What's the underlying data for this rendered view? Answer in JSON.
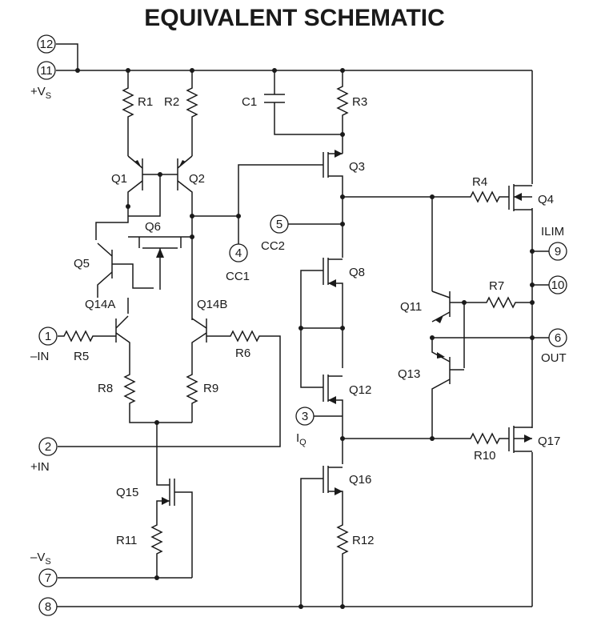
{
  "title": "EQUIVALENT SCHEMATIC",
  "pins": [
    {
      "id": "p12",
      "number": "12"
    },
    {
      "id": "p11",
      "number": "11"
    },
    {
      "id": "p1",
      "number": "1"
    },
    {
      "id": "p2",
      "number": "2"
    },
    {
      "id": "p7",
      "number": "7"
    },
    {
      "id": "p8",
      "number": "8"
    },
    {
      "id": "p4",
      "number": "4"
    },
    {
      "id": "p5",
      "number": "5"
    },
    {
      "id": "p3",
      "number": "3"
    },
    {
      "id": "p9",
      "number": "9"
    },
    {
      "id": "p10",
      "number": "10"
    },
    {
      "id": "p6",
      "number": "6"
    }
  ],
  "pin_labels": {
    "vs_pos": "+V",
    "vs_pos_sub": "S",
    "in_neg": "–IN",
    "in_pos": "+IN",
    "vs_neg": "–V",
    "vs_neg_sub": "S",
    "cc1": "CC1",
    "cc2": "CC2",
    "iq": "I",
    "iq_sub": "Q",
    "ilim": "ILIM",
    "out": "OUT"
  },
  "components": {
    "R1": "R1",
    "R2": "R2",
    "R3": "R3",
    "R4": "R4",
    "R5": "R5",
    "R6": "R6",
    "R7": "R7",
    "R8": "R8",
    "R9": "R9",
    "R10": "R10",
    "R11": "R11",
    "R12": "R12",
    "C1": "C1",
    "Q1": "Q1",
    "Q2": "Q2",
    "Q3": "Q3",
    "Q4": "Q4",
    "Q5": "Q5",
    "Q6": "Q6",
    "Q8": "Q8",
    "Q11": "Q11",
    "Q12": "Q12",
    "Q13": "Q13",
    "Q14A": "Q14A",
    "Q14B": "Q14B",
    "Q15": "Q15",
    "Q16": "Q16",
    "Q17": "Q17"
  }
}
